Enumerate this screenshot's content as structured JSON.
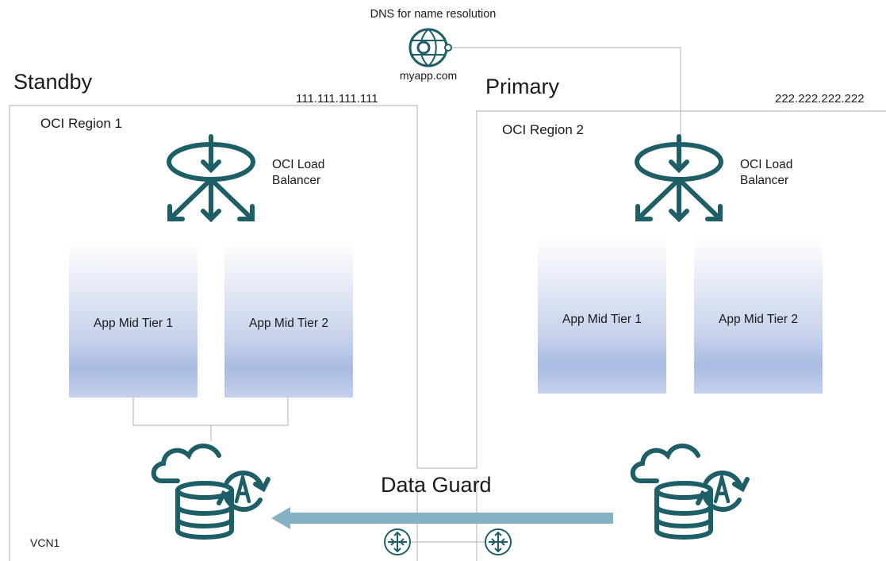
{
  "dns": {
    "title": "DNS for name resolution",
    "domain": "myapp.com",
    "icon": "globe-network-icon"
  },
  "standby": {
    "heading": "Standby",
    "ip": "111.111.111.111",
    "region": "OCI Region 1",
    "load_balancer": {
      "line1": "OCI Load",
      "line2": "Balancer"
    },
    "tiers": [
      "App Mid Tier 1",
      "App Mid Tier 2"
    ],
    "vcn": "VCN1"
  },
  "primary": {
    "heading": "Primary",
    "ip": "222.222.222.222",
    "region": "OCI Region 2",
    "load_balancer": {
      "line1": "OCI Load",
      "line2": "Balancer"
    },
    "tiers": [
      "App Mid Tier 1",
      "App Mid Tier 2"
    ]
  },
  "replication": {
    "label": "Data Guard"
  },
  "colors": {
    "icon": "#1e5e67",
    "arrow": "#84b2c2",
    "line": "#b8b8b8",
    "tier_gradient_end": "#aabbe2"
  }
}
